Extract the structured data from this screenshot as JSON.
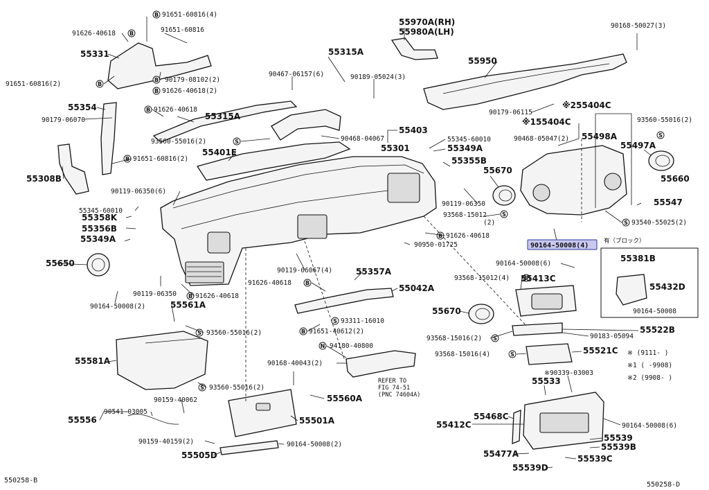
{
  "labels": {
    "p_91651_60816_4": "91651-60816(4)",
    "p_91626_40618_a": "91626-40618",
    "p_91651_60816_b": "91651-60816",
    "p_55331": "55331",
    "p_91651_60816_2a": "91651-60816(2)",
    "p_90179_08102": "90179-08102(2)",
    "p_91626_40618_2a": "91626-40618(2)",
    "p_55354": "55354",
    "p_91626_40618_b": "91626-40618",
    "p_90179_06070": "90179-06070",
    "p_55308b": "55308B",
    "p_91651_60816_2b": "91651-60816(2)",
    "p_55970a": "55970A(RH)",
    "p_55980a": "55980A(LH)",
    "p_55315a_top": "55315A",
    "p_90467_06157": "90467-06157(6)",
    "p_90189_05024": "90189-05024(3)",
    "p_55315a_mid": "55315A",
    "p_55950": "55950",
    "p_90168_50027": "90168-50027(3)",
    "p_90179_06115": "90179-06115",
    "p_255404c": "※255404C",
    "p_155404c": "※155404C",
    "p_93560_55016_2a": "93560-55016(2)",
    "p_55401e": "55401E",
    "p_90468_04067": "90468-04067",
    "p_55403": "55403",
    "p_55345_60010_a": "55345-60010",
    "p_55349a_a": "55349A",
    "p_55301": "55301",
    "p_90468_05047": "90468-05047(2)",
    "p_55498a": "55498A",
    "p_55497a": "55497A",
    "p_93560_55016_2b": "93560-55016(2)",
    "p_55660": "55660",
    "p_55355b": "55355B",
    "p_55670_a": "55670",
    "p_90119_06350_6": "90119-06350(6)",
    "p_90119_06350_a": "90119-06350",
    "p_55547": "55547",
    "p_55345_60010_b": "55345-60010",
    "p_55358k": "55358K",
    "p_55356b": "55356B",
    "p_55349a_b": "55349A",
    "p_93568_15012": "93568-15012",
    "p_93568_15012_2": "(2)",
    "p_91626_40618_c": "91626-40618",
    "p_93540_55025": "93540-55025(2)",
    "p_90164_50008_4": "90164-50008(4)",
    "p_legend_title": "有（ブロック）",
    "p_90950_01725": "90950-01725",
    "p_55650": "55650",
    "p_90119_06067": "90119-06067(4)",
    "p_90164_50008_6a": "90164-50008(6)",
    "p_55381b": "55381B",
    "p_55357a": "55357A",
    "p_91626_40618_d": "91626-40618",
    "p_93568_15012_4a": "93568-15012(4)",
    "p_55413c": "55413C",
    "p_55432d": "55432D",
    "p_90119_06350_b": "90119-06350",
    "p_91626_40618_e": "91626-40618",
    "p_55042a": "55042A",
    "p_90164_50008_leg": "90164-50008",
    "p_90164_50008_2a": "90164-50008(2)",
    "p_55561a": "55561A",
    "p_55670_b": "55670",
    "p_93311_16010": "93311-16010",
    "p_91651_40612": "91651-40612(2)",
    "p_90183_05094": "90183-05094",
    "p_55522b": "55522B",
    "p_93560_55016_2c": "93560-55016(2)",
    "p_93568_15016_2": "93568-15016(2)",
    "p_94180_40800": "94180-40800",
    "p_55581a": "55581A",
    "p_93568_15016_4": "93568-15016(4)",
    "p_55521c": "55521C",
    "p_90168_40043": "90168-40043(2)",
    "p_refer_1": "REFER TO",
    "p_refer_2": "FIG 74-51",
    "p_refer_3": "(PNC 74604A)",
    "p_93560_55016_2d": "93560-55016(2)",
    "p_90339_03003": "※90339-03003",
    "p_55533": "55533",
    "p_90159_40062": "90159-40062",
    "p_55560a": "55560A",
    "p_55556": "55556",
    "p_90541_03005": "90541-03005",
    "p_55501a": "55501A",
    "p_55468c": "55468C",
    "p_55412c": "55412C",
    "p_90164_50008_6b": "90164-50008(6)",
    "p_90159_40159": "90159-40159(2)",
    "p_90164_50008_2b": "90164-50008(2)",
    "p_55539": "55539",
    "p_55539b": "55539B",
    "p_55505d": "55505D",
    "p_55477a": "55477A",
    "p_55539c": "55539C",
    "p_55539d": "55539D"
  },
  "symbols": {
    "B": "B",
    "S": "S",
    "N": "N"
  },
  "notes": {
    "note_1": "※ (9111-    )",
    "note_2": "※1 (    -9908)",
    "note_3": "※2 (9908-    )"
  },
  "codes": {
    "left": "550258-B",
    "right": "550258-D"
  },
  "highlight": {
    "color": "#c8c8f0",
    "part": "90164-50008(4)"
  }
}
